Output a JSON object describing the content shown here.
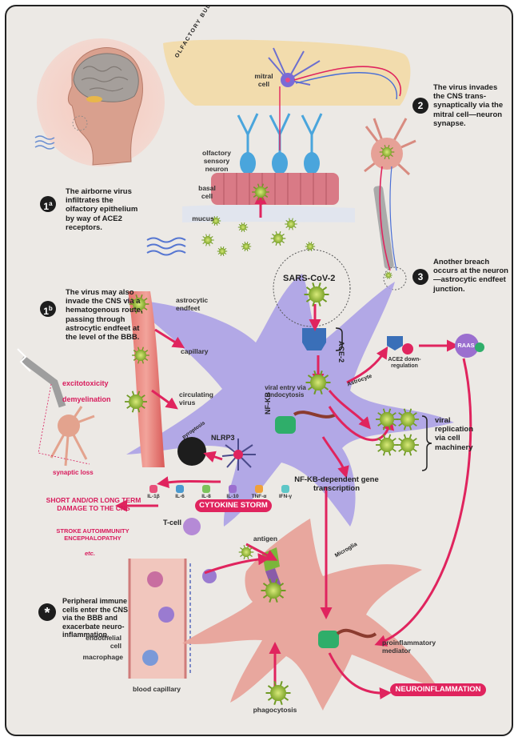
{
  "labels": {
    "olfactory_bulb": "OLFACTORY BULB",
    "mitral_cell": "mitral cell",
    "olfactory_sensory_neuron": "olfactory sensory neuron",
    "basal_cell": "basal cell",
    "mucus": "mucus",
    "sars_cov_2": "SARS-CoV-2",
    "ace2": "ACE-2",
    "astrocytic_endfeet": "astrocytic endfeet",
    "capillary": "capillary",
    "circulating_virus": "circulating virus",
    "viral_entry": "viral entry via endocytosis",
    "astrocyte": "Astrocyte",
    "ace2_downregulation": "ACE2 down-regulation",
    "raas": "RAAS",
    "viral_replication": "viral replication via cell machinery",
    "nfkb": "NF-KB",
    "nfkb_transcription": "NF-KB-dependent gene transcription",
    "nlrp3": "NLRP3",
    "pyroptosis": "pyroptosis",
    "excitotoxicity": "excitotoxicity",
    "demyelination": "demyelination",
    "synaptic_loss": "synaptic loss",
    "cytokine_storm": "CYTOKINE STORM",
    "cns_damage": "SHORT AND/OR LONG TERM DAMAGE TO THE CNS",
    "disorders": "STROKE AUTOIMMUNITY ENCEPHALOPATHY",
    "etc": "etc.",
    "t_cell": "T-cell",
    "antigen": "antigen",
    "microglia": "Microglia",
    "endothelial_cell": "endothelial cell",
    "macrophage": "macrophage",
    "blood_capillary": "blood capillary",
    "phagocytosis": "phagocytosis",
    "proinflammatory_mediator": "proinflammatory mediator",
    "neuroinflammation": "NEUROINFLAMMATION"
  },
  "cytokines": [
    "IL-1β",
    "IL-6",
    "IL-8",
    "IL-10",
    "TNF-α",
    "IFN-γ"
  ],
  "cytokine_colors": [
    "#e8507a",
    "#4a9ad0",
    "#7cc35a",
    "#9b6fcf",
    "#f0a03a",
    "#5ec7c7"
  ],
  "steps": [
    {
      "badge": "1",
      "sup": "a",
      "text": "The airborne virus infiltrates the olfactory epithelium by way of ACE2 receptors."
    },
    {
      "badge": "2",
      "sup": "",
      "text": "The virus invades the CNS trans-synaptically via the mitral cell—neuron synapse."
    },
    {
      "badge": "3",
      "sup": "",
      "text": "Another breach occurs at the neuron—astrocytic endfeet junction."
    },
    {
      "badge": "1",
      "sup": "b",
      "text": "The virus may also invade the CNS via a hematogenous route, passing through astrocytic endfeet at the level of the BBB."
    },
    {
      "badge": "*",
      "sup": "",
      "text": "Peripheral immune cells enter the CNS via the BBB and exacerbate neuro-inflammation."
    }
  ],
  "colors": {
    "accent": "#e0245e",
    "astrocyte": "#a99de3",
    "microglia": "#e8a39a",
    "virus": "#9ac43a",
    "neuron": "#4aa5dc"
  }
}
